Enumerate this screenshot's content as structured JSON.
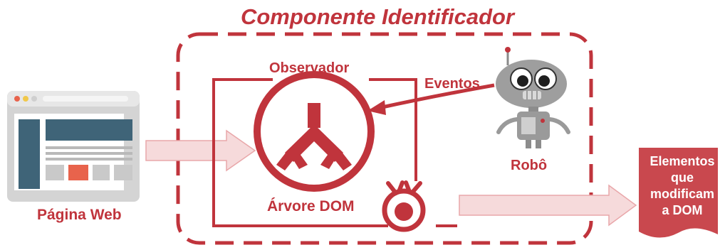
{
  "title": "Componente Identificador",
  "labels": {
    "observer": "Observador",
    "events": "Eventos",
    "dom_tree": "Árvore DOM",
    "web_page": "Página Web",
    "robot": "Robô"
  },
  "output": {
    "lines": [
      "Elementos",
      "que",
      "modificam",
      "a DOM"
    ]
  },
  "colors": {
    "accent": "#c0343c",
    "arrow_fill": "#f6dadb",
    "browser_frame": "#d4d4d4",
    "browser_panel": "#3f6478",
    "browser_highlight": "#e8634c",
    "robot_body": "#9a9a9a"
  }
}
